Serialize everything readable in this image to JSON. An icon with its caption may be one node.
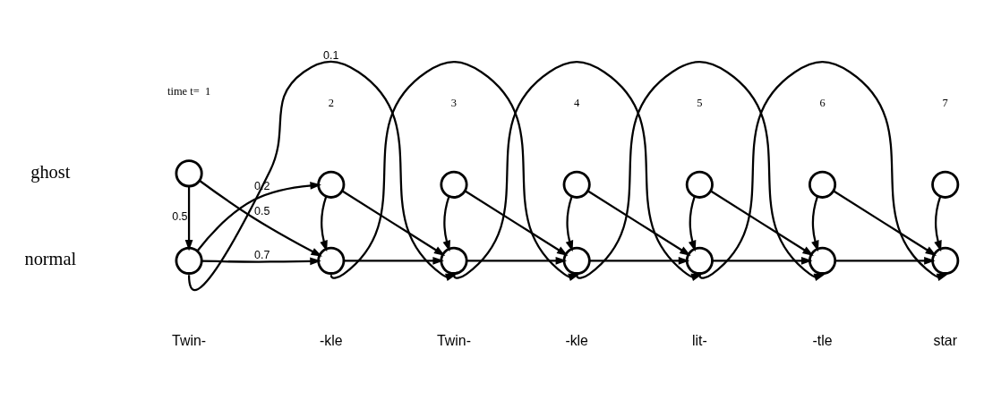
{
  "diagram": {
    "nodes": [
      {
        "text": [],
        "shape": "circle"
      },
      {
        "text": [],
        "shape": "circle"
      },
      {
        "text": [],
        "shape": "circle"
      },
      {
        "text": [],
        "shape": "circle"
      },
      {
        "text": [],
        "shape": "circle"
      },
      {
        "text": [],
        "shape": "circle"
      },
      {
        "text": [],
        "shape": "circle"
      },
      {
        "text": [],
        "shape": "circle"
      },
      {
        "text": [],
        "shape": "circle"
      },
      {
        "text": [],
        "shape": "circle"
      },
      {
        "text": [],
        "shape": "circle"
      },
      {
        "text": [],
        "shape": "circle"
      },
      {
        "text": [],
        "shape": "circle"
      },
      {
        "text": [],
        "shape": "circle"
      }
    ],
    "edges": [
      {
        "from": 0,
        "to": 7,
        "arrow": "to",
        "label": "0.5"
      },
      {
        "from": 0,
        "to": 8,
        "arrow": "to",
        "label": "0.5"
      },
      {
        "from": 7,
        "to": 1,
        "arrow": "to",
        "label": "0.2"
      },
      {
        "from": 7,
        "to": 8,
        "arrow": "to",
        "label": "0.7"
      },
      {
        "from": 7,
        "to": 9,
        "arrow": "to",
        "label": "0.1"
      },
      {
        "from": 1,
        "to": 8,
        "arrow": "to"
      },
      {
        "from": 1,
        "to": 9,
        "arrow": "to"
      },
      {
        "from": 8,
        "to": 9,
        "arrow": "to"
      },
      {
        "from": 8,
        "to": 10,
        "arrow": "to"
      },
      {
        "from": 2,
        "to": 9,
        "arrow": "to"
      },
      {
        "from": 2,
        "to": 10,
        "arrow": "to"
      },
      {
        "from": 9,
        "to": 10,
        "arrow": "to"
      },
      {
        "from": 9,
        "to": 11,
        "arrow": "to"
      },
      {
        "from": 3,
        "to": 10,
        "arrow": "to"
      },
      {
        "from": 3,
        "to": 11,
        "arrow": "to"
      },
      {
        "from": 10,
        "to": 11,
        "arrow": "to"
      },
      {
        "from": 10,
        "to": 12,
        "arrow": "to"
      },
      {
        "from": 4,
        "to": 11,
        "arrow": "to"
      },
      {
        "from": 4,
        "to": 12,
        "arrow": "to"
      },
      {
        "from": 11,
        "to": 12,
        "arrow": "to"
      },
      {
        "from": 11,
        "to": 13,
        "arrow": "to"
      },
      {
        "from": 5,
        "to": 12,
        "arrow": "to"
      },
      {
        "from": 5,
        "to": 13,
        "arrow": "to"
      },
      {
        "from": 12,
        "to": 13,
        "arrow": "to"
      },
      {
        "from": 6,
        "to": 13,
        "arrow": "to"
      }
    ],
    "labels": [
      "time t=  1",
      "2",
      "3",
      "4",
      "5",
      "6",
      "7",
      "ghost",
      "normal",
      "Twin-",
      "-kle",
      "Twin-",
      "-kle",
      "lit-",
      "-tle",
      "star"
    ]
  }
}
